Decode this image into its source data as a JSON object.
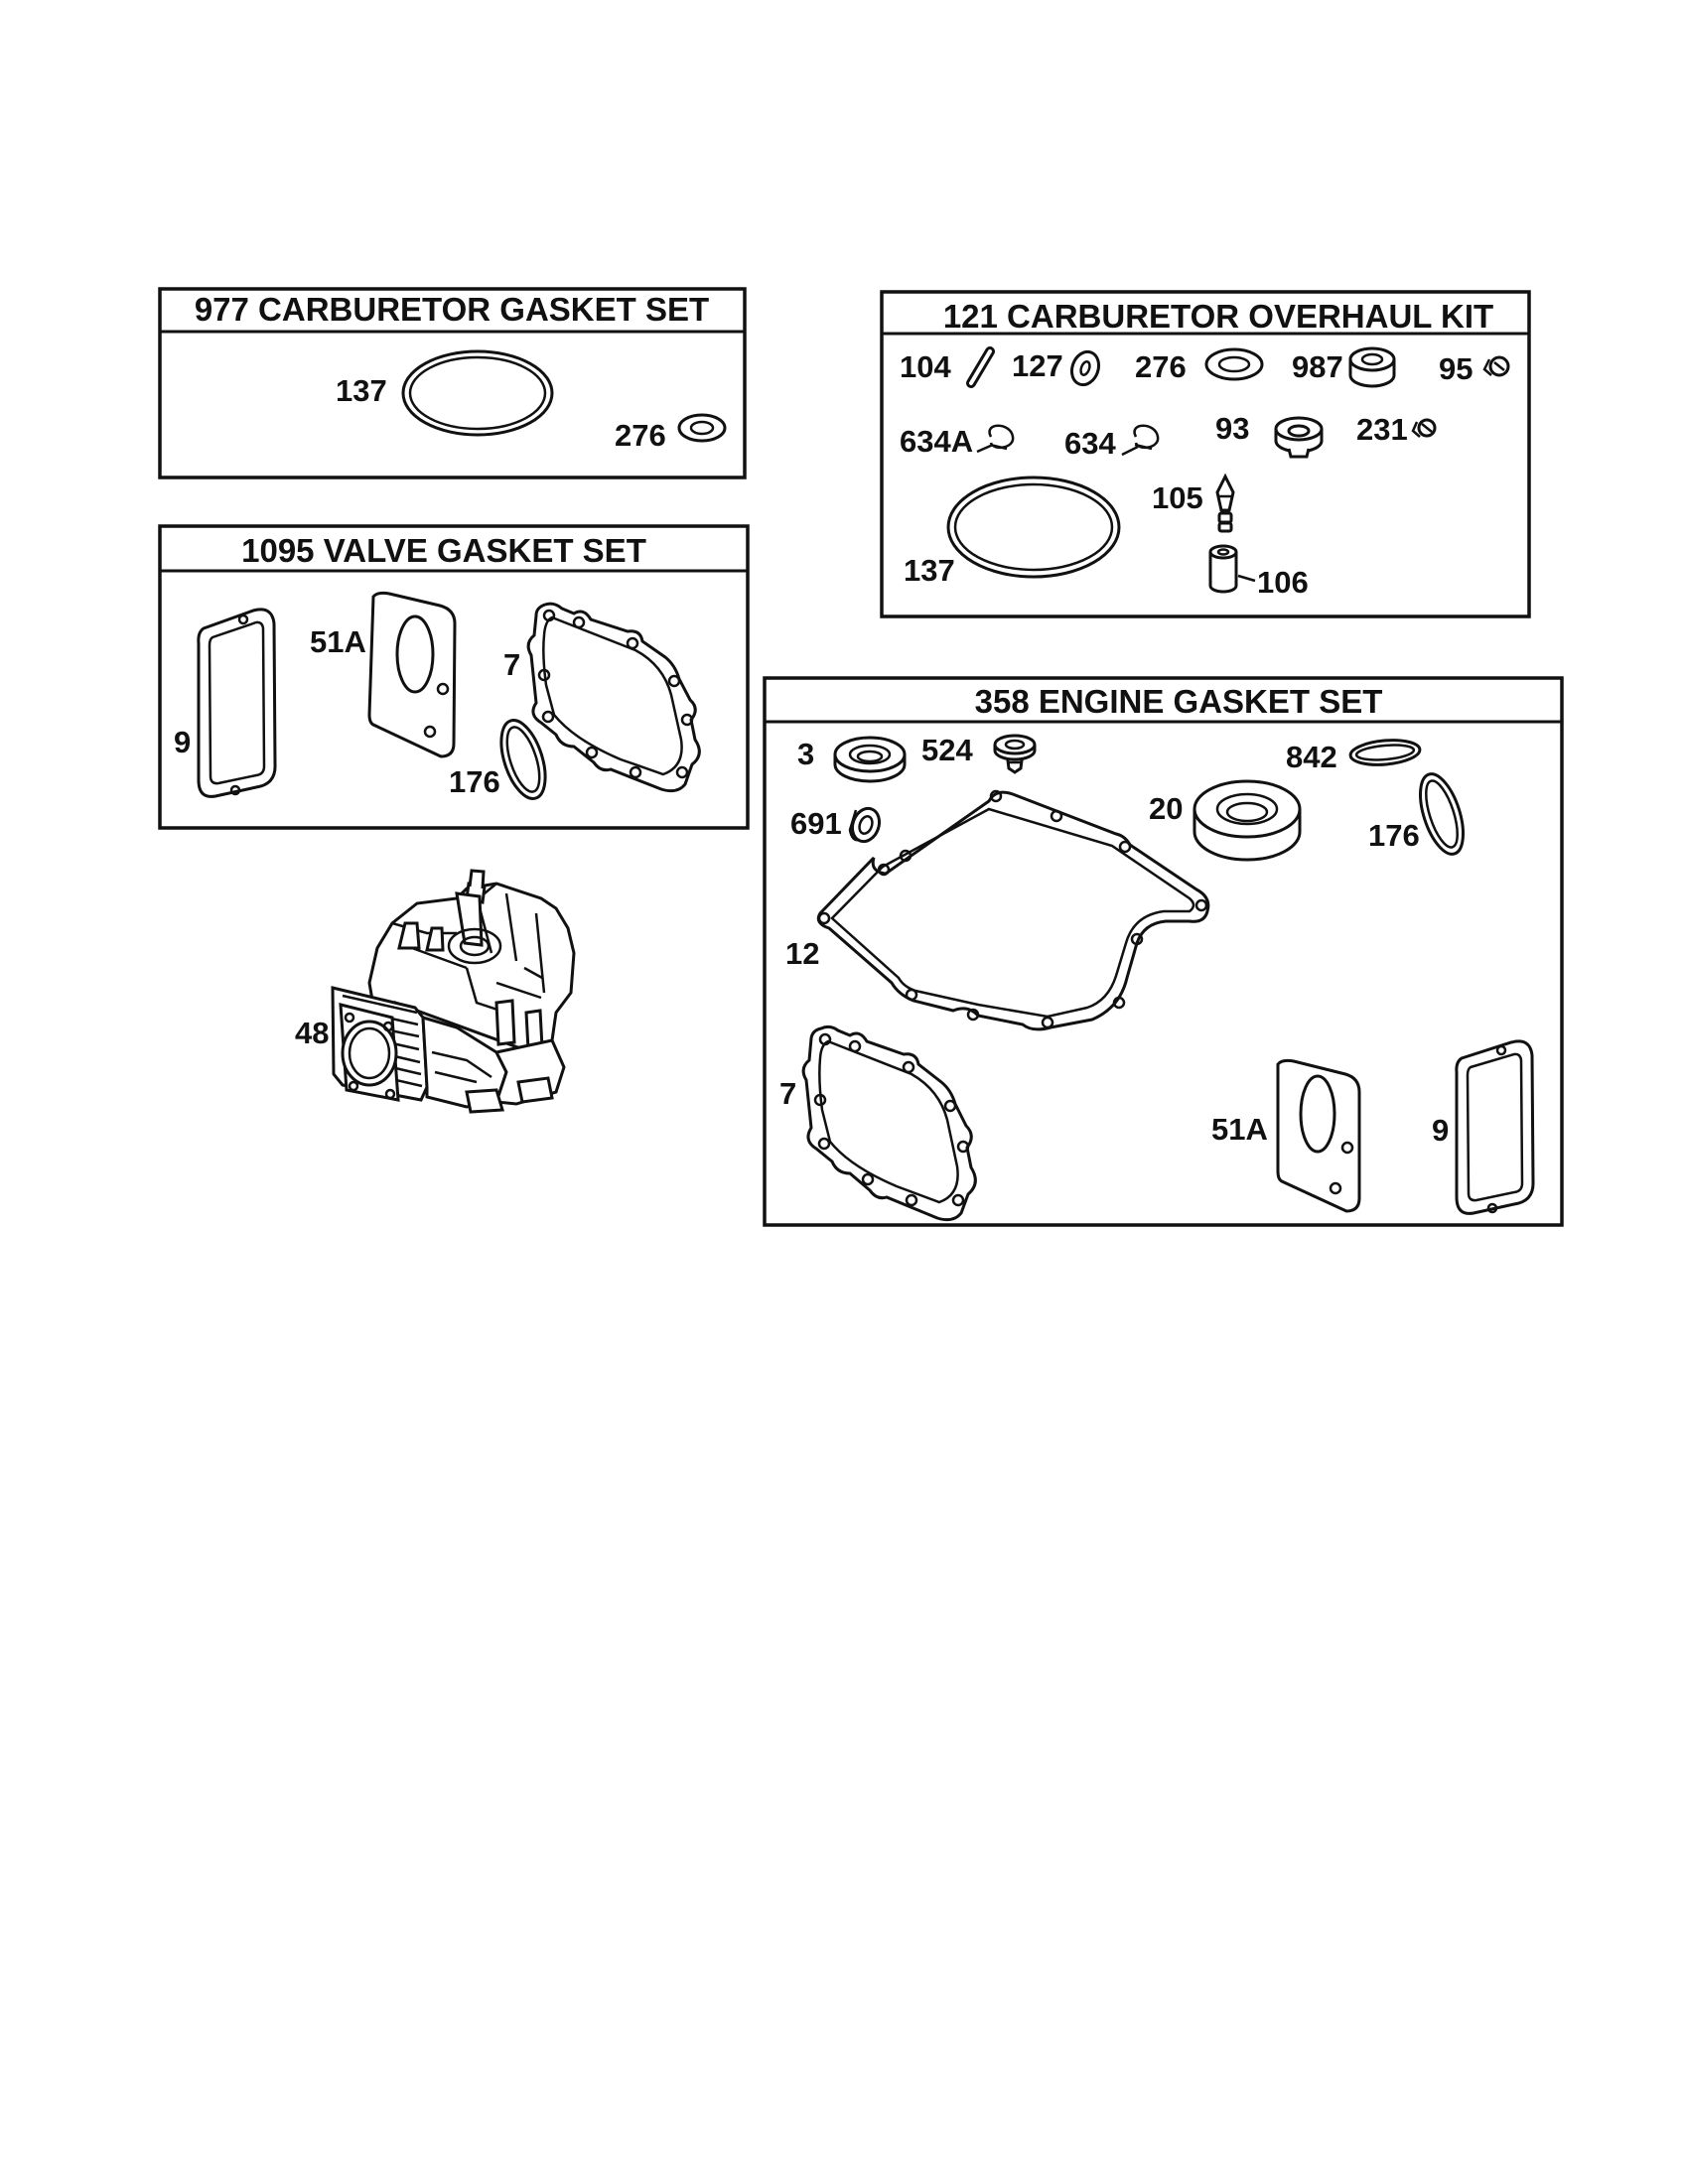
{
  "kits": {
    "carb_gasket_set": {
      "title": "977 CARBURETOR GASKET SET",
      "labels": {
        "p137": "137",
        "p276": "276"
      }
    },
    "carb_overhaul_kit": {
      "title": "121 CARBURETOR OVERHAUL KIT",
      "labels": {
        "p104": "104",
        "p127": "127",
        "p276": "276",
        "p987": "987",
        "p95": "95",
        "p634a": "634A",
        "p634": "634",
        "p93": "93",
        "p231": "231",
        "p105": "105",
        "p137": "137",
        "p106": "106"
      }
    },
    "valve_gasket_set": {
      "title": "1095 VALVE GASKET SET",
      "labels": {
        "p9": "9",
        "p51a": "51A",
        "p7": "7",
        "p176": "176"
      }
    },
    "engine_gasket_set": {
      "title": "358 ENGINE GASKET SET",
      "labels": {
        "p3": "3",
        "p524": "524",
        "p842": "842",
        "p691": "691",
        "p20": "20",
        "p176": "176",
        "p12": "12",
        "p7": "7",
        "p51a": "51A",
        "p9": "9"
      }
    }
  },
  "short_block": {
    "label": "48"
  }
}
